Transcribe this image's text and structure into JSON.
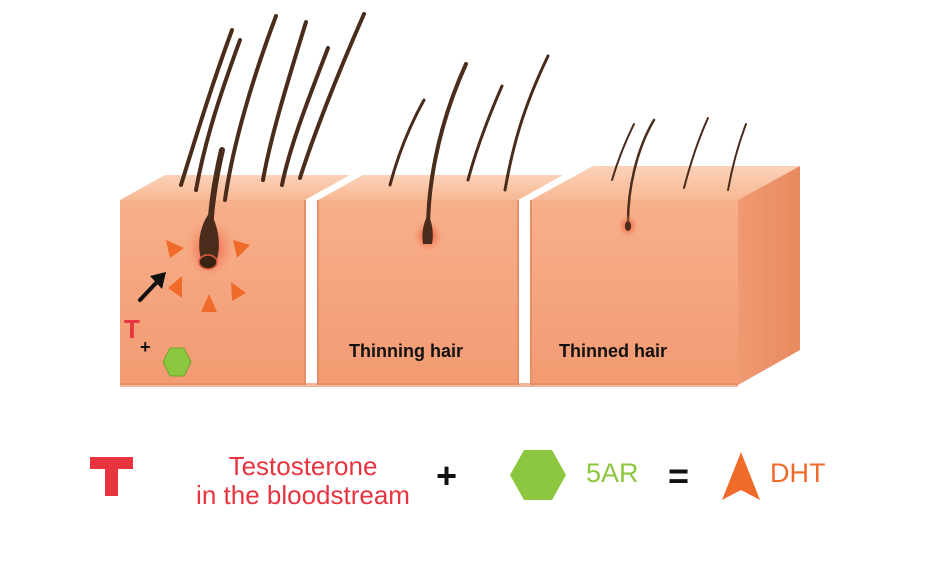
{
  "diagram": {
    "blocks": [
      {
        "label": ""
      },
      {
        "label": "Thinning hair"
      },
      {
        "label": "Thinned hair"
      }
    ],
    "markers": {
      "testosterone_letter": "T",
      "plus_sign": "+"
    }
  },
  "legend": {
    "testosterone_line1": "Testosterone",
    "testosterone_line2": "in the bloodstream",
    "plus": "+",
    "enzyme": "5AR",
    "equals": "=",
    "product": "DHT"
  },
  "colors": {
    "skin_front": "#f6a67e",
    "skin_top": "#f9c4a6",
    "skin_side": "#ee946c",
    "hair": "#4a2c1c",
    "testosterone": "#e8343f",
    "enzyme": "#8dc63f",
    "dht": "#f06a2a"
  }
}
